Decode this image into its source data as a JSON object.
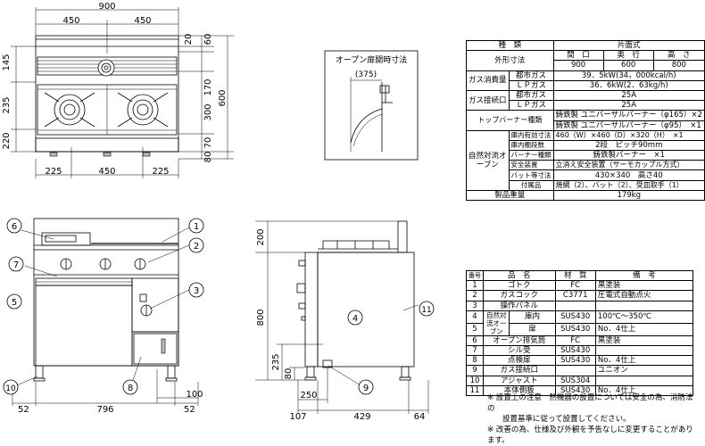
{
  "dims": {
    "top_total": "900",
    "top_left": "450",
    "top_right": "450",
    "d20": "20",
    "d60": "60",
    "d145": "145",
    "d235": "235",
    "d220": "220",
    "d170": "170",
    "d600": "600",
    "d300": "300",
    "d70": "70",
    "d80": "80",
    "bot_225a": "225",
    "bot_450": "450",
    "bot_225b": "225",
    "open_title": "オープン扉開時寸法",
    "open_375": "(375)",
    "front_52a": "52",
    "front_796": "796",
    "front_52b": "52",
    "front_100": "100",
    "side_200": "200",
    "side_800": "800",
    "side_235": "235",
    "side_80": "80",
    "side_250": "250",
    "side_107": "107",
    "side_429": "429",
    "side_64": "64"
  },
  "callouts": [
    "1",
    "2",
    "3",
    "4",
    "5",
    "6",
    "7",
    "8",
    "9",
    "10",
    "11"
  ],
  "spec": {
    "h_kind": "種　類",
    "h_model": "片面式",
    "size_label": "外形寸法",
    "col_w": "間　口",
    "col_d": "奥　行",
    "col_h": "高　さ",
    "val_w": "900",
    "val_d": "600",
    "val_h": "800",
    "gas_use": "ガス消費量",
    "city": "都市ガス",
    "lp": "ＬＰガス",
    "gas_city_val": "39．5kW(34，000kcal/h)",
    "gas_lp_val": "36．6kW(2．63kg/h)",
    "gas_conn": "ガス接続口",
    "conn_city_val": "25A",
    "conn_lp_val": "25A",
    "top_burner": "トップバーナー種類",
    "tb1": "鋳鉄製 ユニバーサルバーナー（φ165）×2",
    "tb2": "鋳鉄製 ユニバーサルバーナー（φ95）　×1",
    "oven": "自然対流オーブン",
    "o1l": "庫内有効寸法",
    "o1v": "460（W）×460（D）×320（H）　×1",
    "o2l": "庫内棚段数",
    "o2v": "2段　ピッチ90mm",
    "o3l": "バーナー種類",
    "o3v": "鋳鉄製バーナー　×1",
    "o4l": "安全装置",
    "o4v": "立消え安全装置（サーモカップル方式）",
    "o5l": "バット等寸法",
    "o5v": "430×340　高さ40",
    "o6l": "付属品",
    "o6v": "焼網（2）、バット（2）、受皿取手（1）",
    "weight_l": "製品重量",
    "weight_v": "179kg"
  },
  "parts": {
    "h_no": "番号",
    "h_name": "品　名",
    "h_mat": "材　質",
    "h_note": "備　考",
    "rows": [
      {
        "no": "1",
        "name": "ゴトク",
        "mat": "FC",
        "note": "黒塗装"
      },
      {
        "no": "2",
        "name": "ガスコック",
        "mat": "C3771",
        "note": "圧電式自動点火"
      },
      {
        "no": "3",
        "name": "操作パネル",
        "mat": "",
        "note": ""
      },
      {
        "no": "4",
        "name": "庫内",
        "mat": "SUS430",
        "note": "100℃〜350℃"
      },
      {
        "no": "5",
        "name": "扉",
        "mat": "SUS430",
        "note": "No．4仕上"
      },
      {
        "no": "6",
        "name": "オーブン排気筒",
        "mat": "FC",
        "note": "黒塗装"
      },
      {
        "no": "7",
        "name": "シル受",
        "mat": "SUS430",
        "note": ""
      },
      {
        "no": "8",
        "name": "点検扉",
        "mat": "SUS430",
        "note": "No．4仕上"
      },
      {
        "no": "9",
        "name": "ガス接続口",
        "mat": "",
        "note": "ユニオン"
      },
      {
        "no": "10",
        "name": "アジャスト",
        "mat": "SUS304",
        "note": ""
      },
      {
        "no": "11",
        "name": "本体側板",
        "mat": "SUS430",
        "note": "No．4仕上"
      }
    ],
    "oven_group": "自然対流オーブン"
  },
  "notes": [
    "※ 設置上の注意　熱機器の設置については安全の為、消防法の",
    "　　設置基準に従って設置してください。",
    "※ 改善の為、仕様及び外観を予告なしに変更することがあります。"
  ]
}
